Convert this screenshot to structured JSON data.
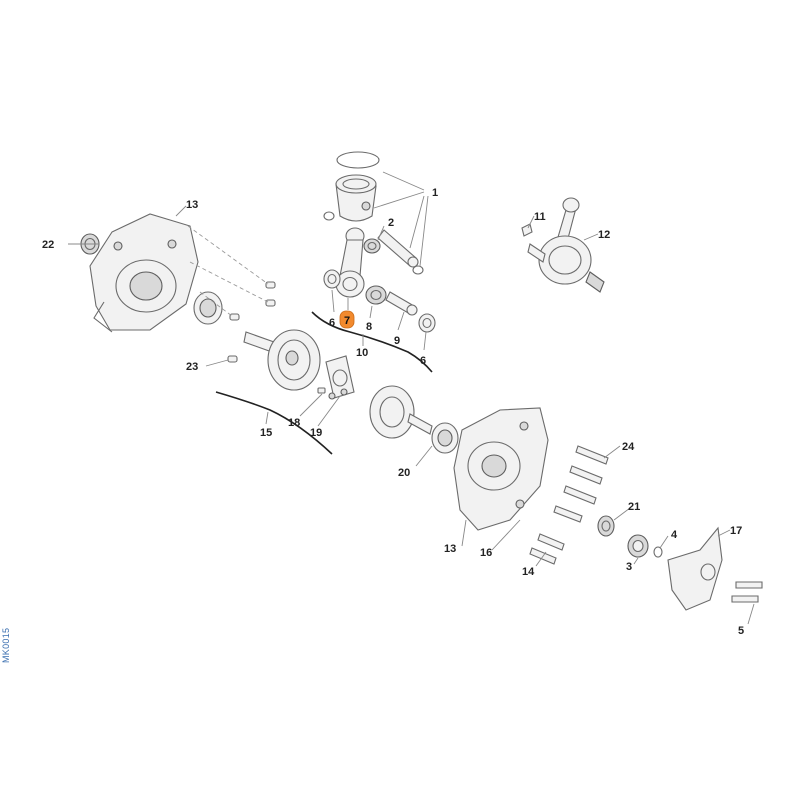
{
  "reference_code": "MK0015",
  "highlight_color": "#f28a2e",
  "callouts": {
    "c1": "1",
    "c2": "2",
    "c3": "3",
    "c4": "4",
    "c5": "5",
    "c6a": "6",
    "c6b": "6",
    "c7": "7",
    "c8": "8",
    "c9": "9",
    "c10": "10",
    "c11": "11",
    "c12": "12",
    "c13a": "13",
    "c13b": "13",
    "c14": "14",
    "c15": "15",
    "c16": "16",
    "c17": "17",
    "c18": "18",
    "c19": "19",
    "c20": "20",
    "c21": "21",
    "c22": "22",
    "c23": "23",
    "c24": "24"
  },
  "highlighted_callout": "7"
}
